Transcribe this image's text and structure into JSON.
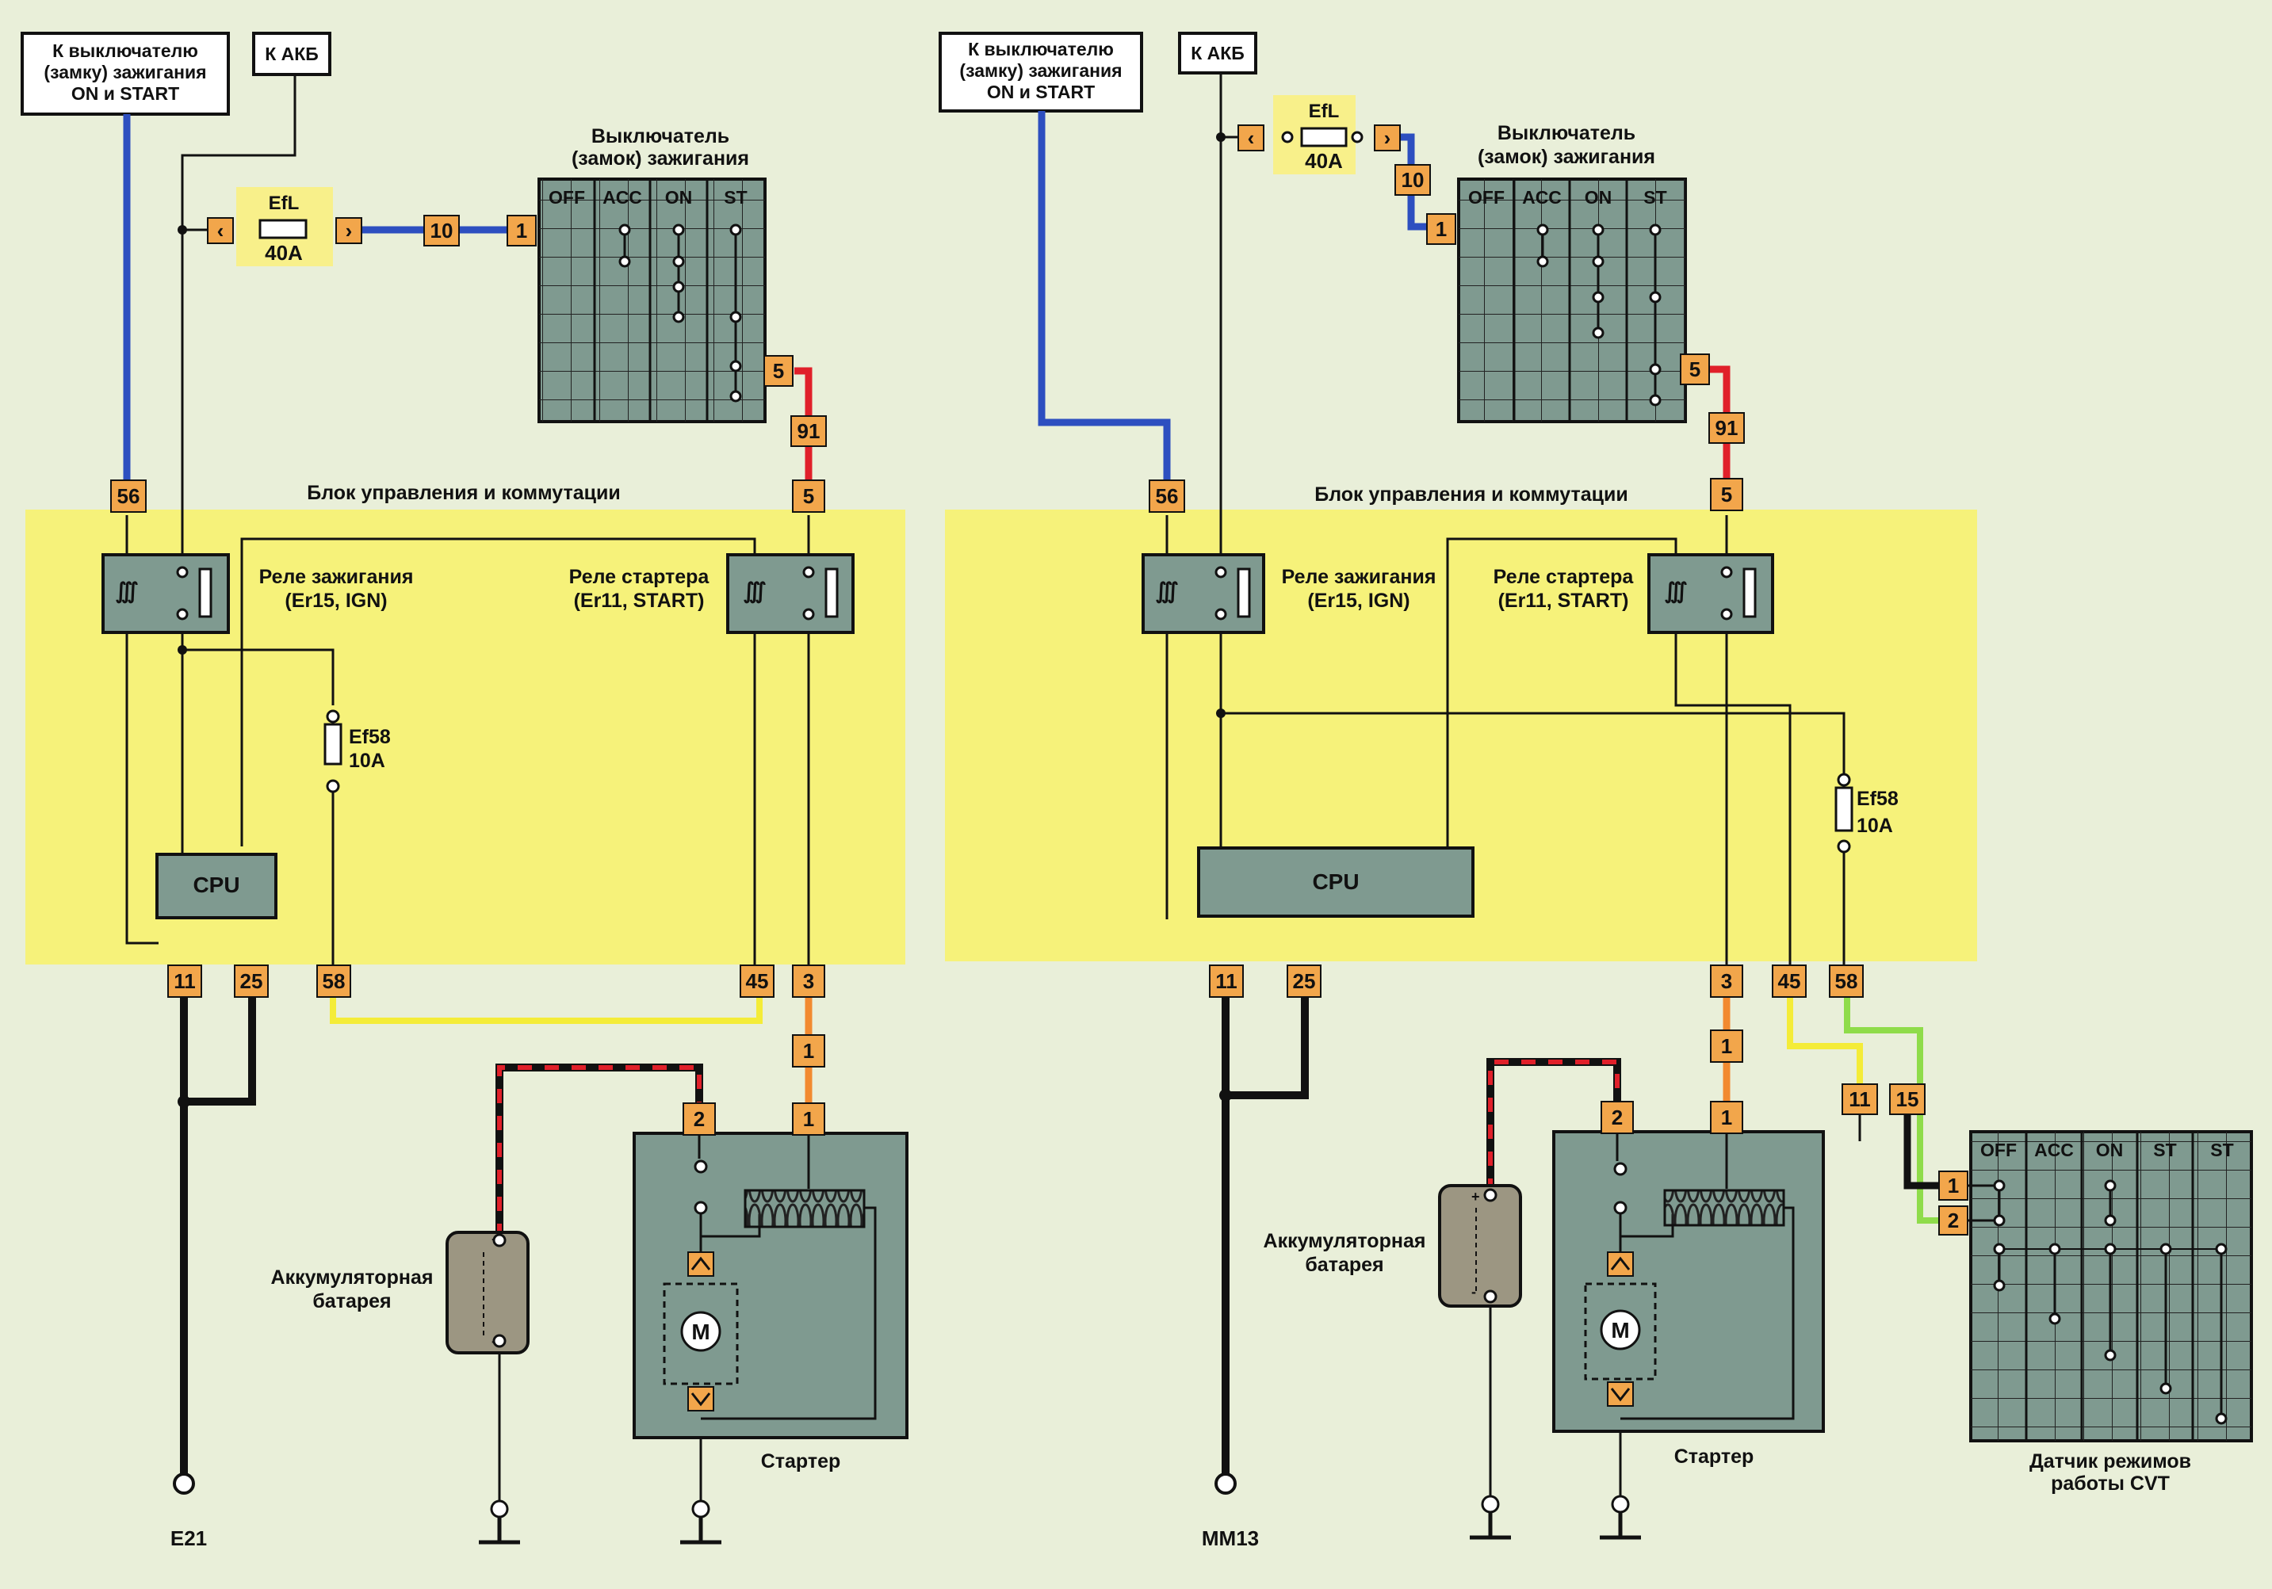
{
  "left": {
    "to_ignition_switch": [
      "К выключателю",
      "(замку) зажигания",
      "ON и START"
    ],
    "to_battery": "К АКБ",
    "fuse_efl": {
      "name": "EfL",
      "rating": "40A"
    },
    "wire_10": "10",
    "switch_title": [
      "Выключатель",
      "(замок) зажигания"
    ],
    "switch_pin_in": "1",
    "switch_pin_out": "5",
    "switch_columns": [
      "OFF",
      "ACC",
      "ON",
      "ST"
    ],
    "wire_91": "91",
    "block_title": "Блок управления и коммутации",
    "pin_56": "56",
    "pin_5": "5",
    "ign_relay": [
      "Реле зажигания",
      "(Er15, IGN)"
    ],
    "start_relay": [
      "Реле стартера",
      "(Er11, START)"
    ],
    "fuse_ef58": {
      "name": "Ef58",
      "rating": "10A"
    },
    "cpu": "CPU",
    "bottom_pins": [
      "11",
      "25",
      "58",
      "45",
      "3"
    ],
    "wire_1": "1",
    "starter_pin_b": "2",
    "starter_pin_s": "1",
    "battery_label": [
      "Аккумуляторная",
      "батарея"
    ],
    "starter_label": "Стартер",
    "motor": "M",
    "ground": "E21"
  },
  "right": {
    "to_ignition_switch": [
      "К выключателю",
      "(замку) зажигания",
      "ON и START"
    ],
    "to_battery": "К АКБ",
    "fuse_efl": {
      "name": "EfL",
      "rating": "40A"
    },
    "wire_10": "10",
    "switch_title": [
      "Выключатель",
      "(замок) зажигания"
    ],
    "switch_pin_in": "1",
    "switch_pin_out": "5",
    "switch_columns": [
      "OFF",
      "ACC",
      "ON",
      "ST"
    ],
    "wire_91": "91",
    "block_title": "Блок управления и коммутации",
    "pin_56": "56",
    "pin_5": "5",
    "ign_relay": [
      "Реле зажигания",
      "(Er15, IGN)"
    ],
    "start_relay": [
      "Реле стартера",
      "(Er11, START)"
    ],
    "fuse_ef58": {
      "name": "Ef58",
      "rating": "10A"
    },
    "cpu": "CPU",
    "bottom_pins": [
      "11",
      "25",
      "3",
      "45",
      "58"
    ],
    "wire_1": "1",
    "starter_pin_b": "2",
    "starter_pin_s": "1",
    "battery_label": [
      "Аккумуляторная",
      "батарея"
    ],
    "starter_label": "Стартер",
    "motor": "M",
    "ground": "MM13",
    "cvt_wire_a": "11",
    "cvt_wire_b": "15",
    "cvt_pin_1": "1",
    "cvt_pin_2": "2",
    "cvt_columns": [
      "OFF",
      "ACC",
      "ON",
      "ST",
      "ST"
    ],
    "cvt_label": [
      "Датчик режимов",
      "работы CVT"
    ]
  },
  "colors": {
    "block_yellow": "#f6f27a",
    "component_grey": "#7f9a90",
    "pin_orange": "#f2a64b",
    "fuse_yellow": "#f8f08a",
    "wire_blue": "#2d4fc0",
    "wire_red": "#e0202a",
    "wire_yellow": "#f4ec38",
    "wire_orange": "#f28a30",
    "wire_green": "#8fdc4a",
    "wire_black": "#111111"
  }
}
